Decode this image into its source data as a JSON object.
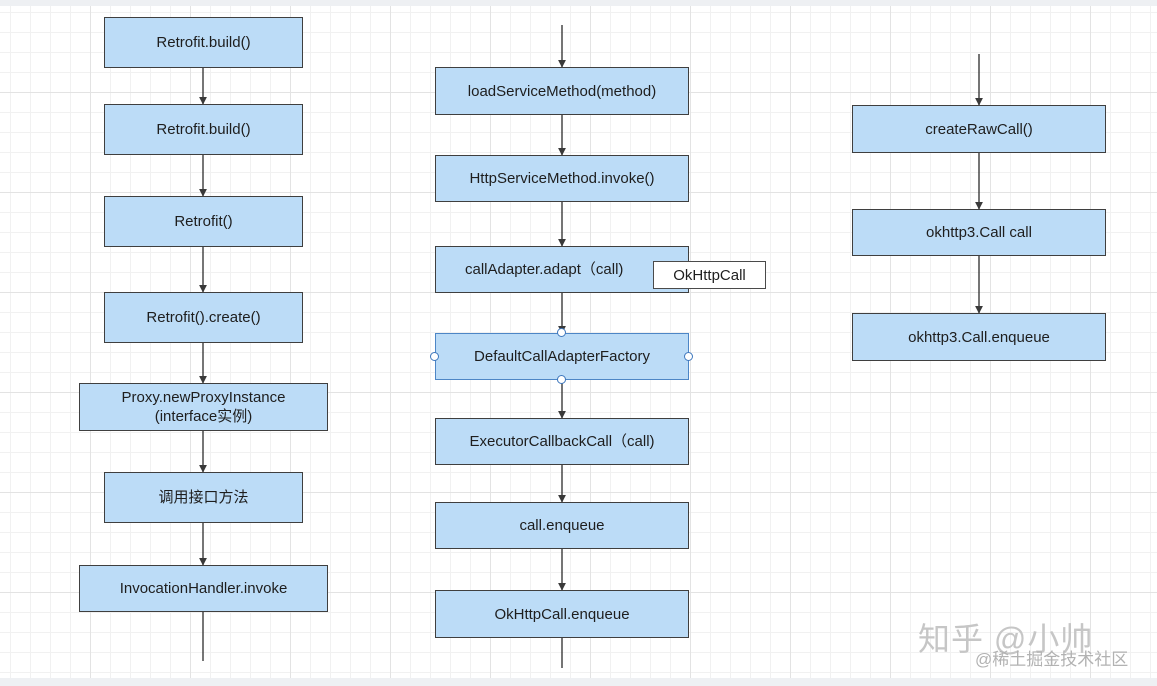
{
  "diagram": {
    "left_column": [
      "Retrofit.build()",
      "Retrofit.build()",
      "Retrofit()",
      "Retrofit().create()",
      "Proxy.newProxyInstance\n(interface实例)",
      "调用接口方法",
      "InvocationHandler.invoke"
    ],
    "middle_column": [
      "loadServiceMethod(method)",
      "HttpServiceMethod.invoke()",
      "callAdapter.adapt（call)",
      "DefaultCallAdapterFactory",
      "ExecutorCallbackCall（call)",
      "call.enqueue",
      "OkHttpCall.enqueue"
    ],
    "right_column": [
      "createRawCall()",
      "okhttp3.Call call",
      "okhttp3.Call.enqueue"
    ],
    "annotation": "OkHttpCall",
    "colors": {
      "node_fill": "#bcdcf7",
      "node_border": "#3f3f3f",
      "connector": "#3a3a3a",
      "selection_handle": "#3f78bd"
    }
  },
  "watermarks": {
    "zhihu": "知乎 @小帅",
    "juejin": "@稀土掘金技术社区"
  }
}
